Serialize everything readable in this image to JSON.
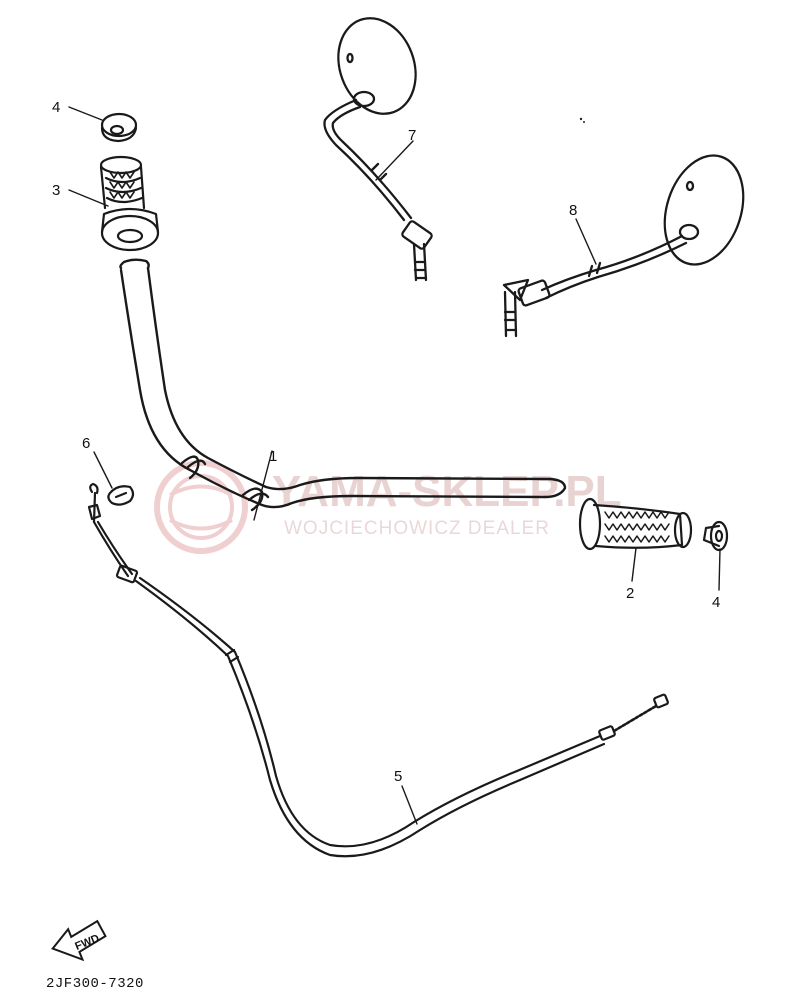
{
  "diagram": {
    "doc_code": "2JF300-7320",
    "fwd_label": "FWD",
    "callouts": [
      {
        "id": "c1",
        "label": "1"
      },
      {
        "id": "c2",
        "label": "2"
      },
      {
        "id": "c3",
        "label": "3"
      },
      {
        "id": "c4a",
        "label": "4"
      },
      {
        "id": "c4b",
        "label": "4"
      },
      {
        "id": "c5",
        "label": "5"
      },
      {
        "id": "c6",
        "label": "6"
      },
      {
        "id": "c7",
        "label": "7"
      },
      {
        "id": "c8",
        "label": "8"
      }
    ]
  },
  "watermark": {
    "title": "YAMA-SKLEP.PL",
    "subtitle": "WOJCIECHOWICZ DEALER"
  }
}
